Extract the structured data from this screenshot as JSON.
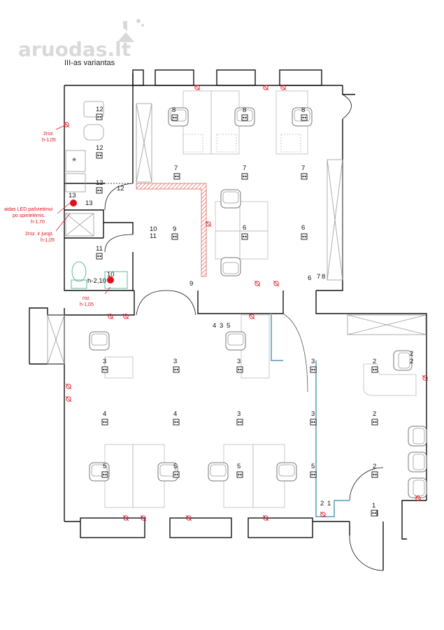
{
  "watermark": "aruodas.lt",
  "variant_title": "III-as variantas",
  "room_numbers": {
    "top_left": [
      "12",
      "12",
      "12",
      "13",
      "13",
      "12",
      "11",
      "10",
      "h-2,10"
    ],
    "top_middle": [
      "10",
      "11",
      "9",
      "9"
    ],
    "top_right": [
      "8",
      "8",
      "8",
      "7",
      "7",
      "7",
      "6",
      "6",
      "6",
      "7",
      "8"
    ],
    "corridor": [
      "4",
      "3",
      "5"
    ],
    "lower": [
      "3",
      "3",
      "3",
      "3",
      "2",
      "4",
      "4",
      "3",
      "3",
      "2",
      "5",
      "5",
      "5",
      "5",
      "2",
      "2",
      "1",
      "2",
      "1",
      "2"
    ]
  },
  "annotations": {
    "socket_a": [
      "2roz.",
      "h-1,05"
    ],
    "led": [
      "aidas LED pašvietimui",
      "po spintelėmis.",
      "h-1,70"
    ],
    "socket_b": [
      "2roz. ir jungt.",
      "h-1,05"
    ],
    "socket_c": [
      "roz.",
      "h-1,05"
    ]
  },
  "colors": {
    "walls": "#111111",
    "furniture": "#999999",
    "red": "#e0101a",
    "glass": "#7fb3cc",
    "hatch": "#e8a0a0"
  }
}
